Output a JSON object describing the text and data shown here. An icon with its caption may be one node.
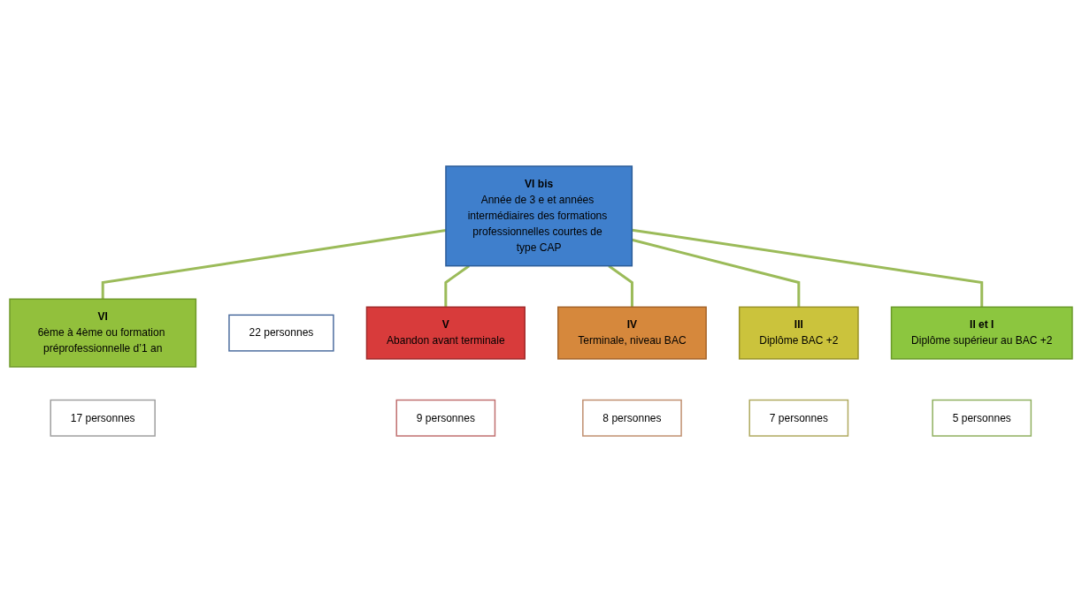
{
  "diagram": {
    "nodes": [
      {
        "text": [
          "VI",
          "6ème à 4ème ou formation préprofessionnelle d’1 an"
        ]
      },
      {
        "text": [
          "VI bis",
          "Année de 3 e et années intermédiaires des formations professionnelles courtes de type CAP"
        ]
      },
      {
        "text": [
          "17 personnes"
        ]
      },
      {
        "text": [
          "22 personnes"
        ]
      },
      {
        "text": [
          "V",
          "Abandon avant terminale"
        ]
      },
      {
        "text": [
          "IV",
          "Terminale, niveau BAC"
        ]
      },
      {
        "text": [
          "III",
          "Diplôme BAC +2"
        ]
      },
      {
        "text": [
          "II et I",
          "Diplôme supérieur au BAC +2"
        ]
      },
      {
        "text": [
          "9 personnes"
        ]
      },
      {
        "text": [
          "8 personnes"
        ]
      },
      {
        "text": [
          "7 personnes"
        ]
      },
      {
        "text": [
          "5 personnes"
        ]
      }
    ],
    "edges": [
      {
        "from": 1,
        "to": 0,
        "arrow": "none",
        "color": "#9bbb59"
      },
      {
        "from": 1,
        "to": 4,
        "arrow": "none",
        "color": "#9bbb59"
      },
      {
        "from": 1,
        "to": 5,
        "arrow": "none",
        "color": "#9bbb59"
      },
      {
        "from": 1,
        "to": 6,
        "arrow": "none",
        "color": "#9bbb59"
      },
      {
        "from": 1,
        "to": 7,
        "arrow": "none",
        "color": "#9bbb59"
      }
    ]
  }
}
